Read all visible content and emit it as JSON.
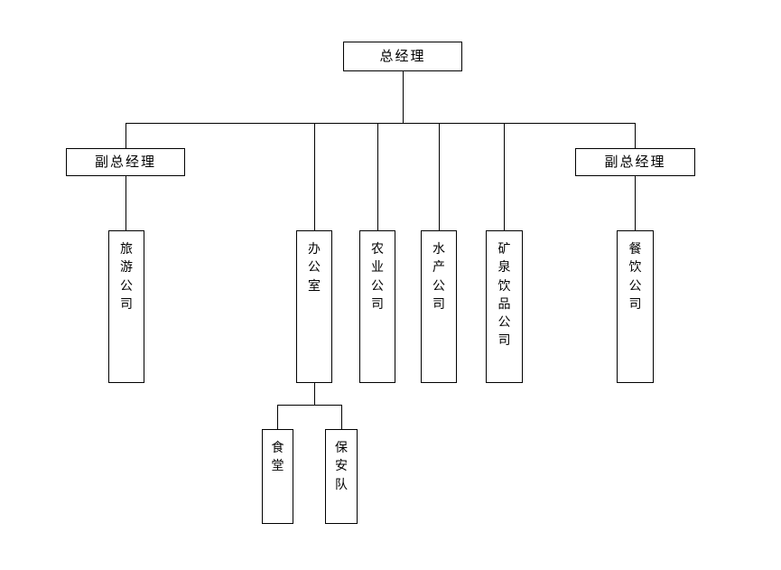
{
  "diagram": {
    "type": "organization-chart",
    "orientation": "top-down",
    "language": "zh-CN",
    "line_color": "#000000",
    "box_fill": "#ffffff",
    "background": "#ffffff",
    "root": {
      "id": "general-manager",
      "label": "总经理",
      "text_direction": "horizontal"
    },
    "level2": [
      {
        "id": "deputy-general-manager-left",
        "label": "副总经理",
        "text_direction": "horizontal"
      },
      {
        "id": "deputy-general-manager-right",
        "label": "副总经理",
        "text_direction": "horizontal"
      }
    ],
    "level3": [
      {
        "id": "tourism-company",
        "label": "旅游公司",
        "chars": [
          "旅",
          "游",
          "公",
          "司"
        ],
        "text_direction": "vertical",
        "parent": "deputy-general-manager-left"
      },
      {
        "id": "office",
        "label": "办公室",
        "chars": [
          "办",
          "公",
          "室"
        ],
        "text_direction": "vertical",
        "parent": "general-manager"
      },
      {
        "id": "agriculture-company",
        "label": "农业公司",
        "chars": [
          "农",
          "业",
          "公",
          "司"
        ],
        "text_direction": "vertical",
        "parent": "general-manager"
      },
      {
        "id": "aquatic-products-company",
        "label": "水产公司",
        "chars": [
          "水",
          "产",
          "公",
          "司"
        ],
        "text_direction": "vertical",
        "parent": "general-manager"
      },
      {
        "id": "mineral-water-beverage-company",
        "label": "矿泉饮品公司",
        "chars": [
          "矿",
          "泉",
          "饮",
          "品",
          "公",
          "司"
        ],
        "text_direction": "vertical",
        "parent": "general-manager"
      },
      {
        "id": "catering-company",
        "label": "餐饮公司",
        "chars": [
          "餐",
          "饮",
          "公",
          "司"
        ],
        "text_direction": "vertical",
        "parent": "deputy-general-manager-right"
      }
    ],
    "level4": [
      {
        "id": "canteen",
        "label": "食堂",
        "chars": [
          "食",
          "堂"
        ],
        "text_direction": "vertical",
        "parent": "office"
      },
      {
        "id": "security-team",
        "label": "保安队",
        "chars": [
          "保",
          "安",
          "队"
        ],
        "text_direction": "vertical",
        "parent": "office"
      }
    ]
  }
}
